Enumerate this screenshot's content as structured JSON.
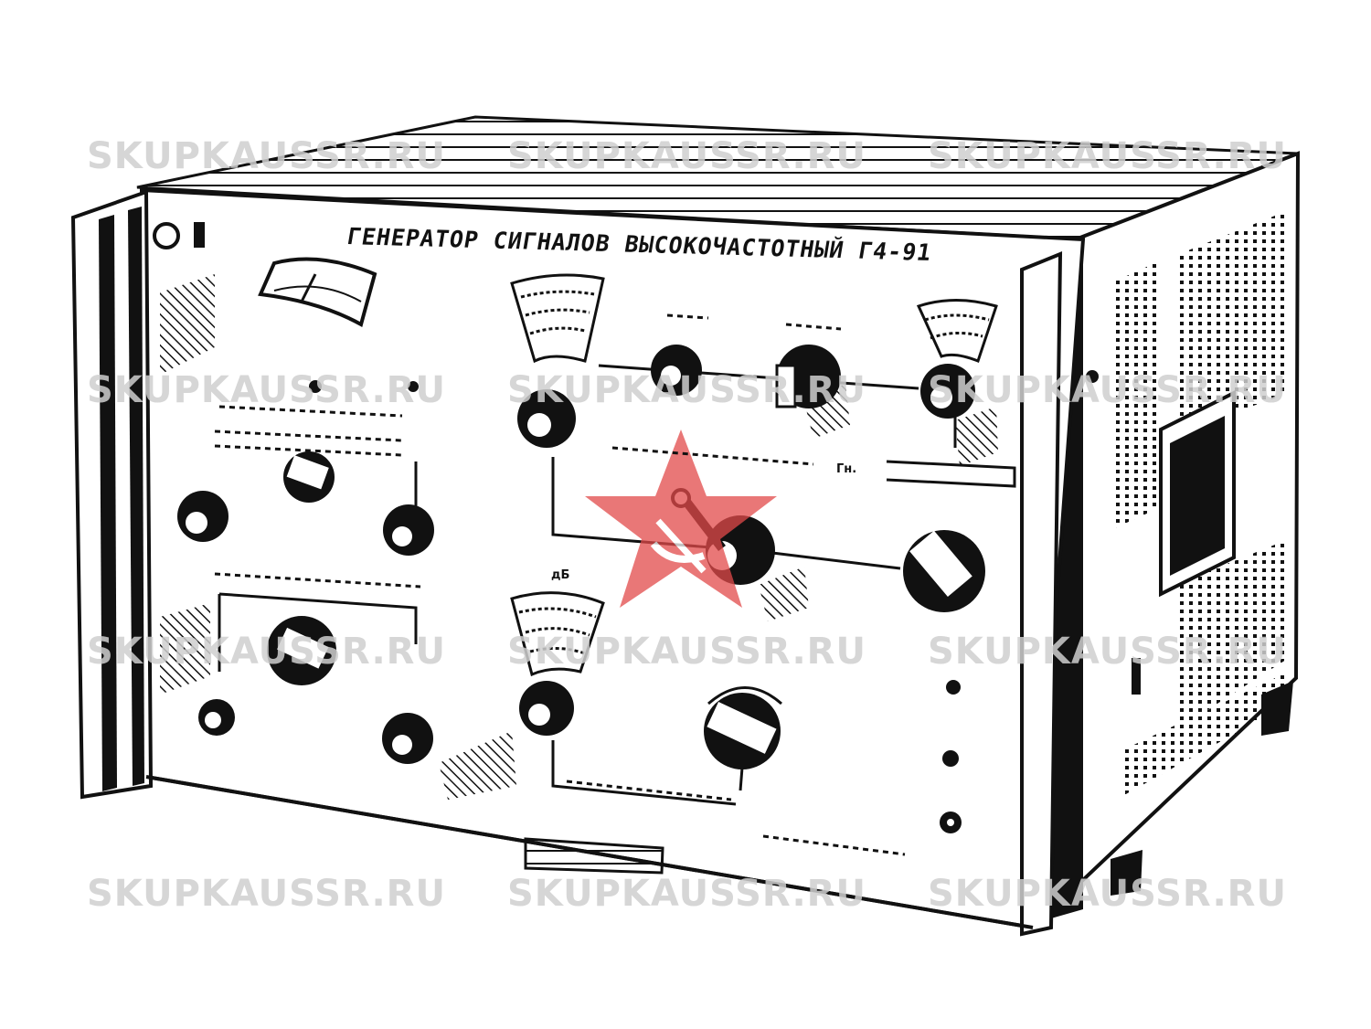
{
  "device": {
    "title": "ГЕНЕРАТОР СИГНАЛОВ ВЫСОКОЧАСТОТНЫЙ Г4-91",
    "label_db": "дБ",
    "label_gh": "Гн."
  },
  "watermarks": [
    "SKUPKAUSSR.RU",
    "SKUPKAUSSR.RU",
    "SKUPKAUSSR.RU",
    "SKUPKAUSSR.RU",
    "SKUPKAUSSR.RU",
    "SKUPKAUSSR.RU",
    "SKUPKAUSSR.RU",
    "SKUPKAUSSR.RU",
    "SKUPKAUSSR.RU",
    "SKUPKAUSSR.RU",
    "SKUPKAUSSR.RU",
    "SKUPKAUSSR.RU"
  ],
  "colors": {
    "ink": "#111111",
    "paper": "#ffffff",
    "watermark": "#cfcfcf",
    "star": "#e24a4a"
  },
  "icons": {
    "logo": "star-hammer-sickle-logo",
    "maker": "quality-mark-icon"
  }
}
